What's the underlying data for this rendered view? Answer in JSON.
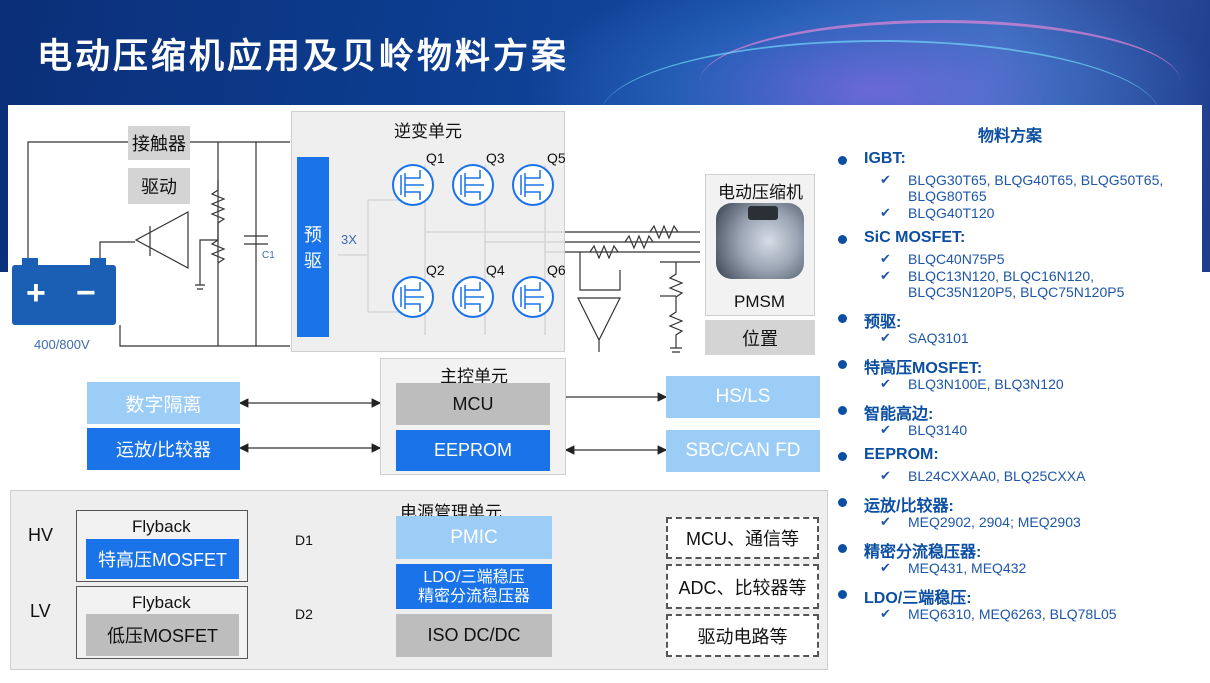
{
  "title": "电动压缩机应用及贝岭物料方案",
  "diagram": {
    "contactor": "接触器",
    "driver": "驱动",
    "battery_voltage": "400/800V",
    "cap_label": "C1",
    "inverter_title": "逆变单元",
    "predriver_1": "预",
    "predriver_2": "驱",
    "predriver_3x": "3X",
    "q1": "Q1",
    "q2": "Q2",
    "q3": "Q3",
    "q4": "Q4",
    "q5": "Q5",
    "q6": "Q6",
    "compressor_title": "电动压缩机",
    "pmsm": "PMSM",
    "position": "位置",
    "main_control_title": "主控单元",
    "mcu": "MCU",
    "eeprom": "EEPROM",
    "digital_isolation": "数字隔离",
    "opamp_comparator": "运放/比较器",
    "hs_ls": "HS/LS",
    "sbc_can": "SBC/CAN FD",
    "power_title": "电源管理单元",
    "hv": "HV",
    "lv": "LV",
    "flyback_1": "Flyback",
    "flyback_2": "Flyback",
    "hv_mosfet": "特高压MOSFET",
    "lv_mosfet": "低压MOSFET",
    "d1": "D1",
    "d2": "D2",
    "pmic": "PMIC",
    "ldo_line1": "LDO/三端稳压",
    "ldo_line2": "精密分流稳压器",
    "iso_dcdc": "ISO DC/DC",
    "out_mcu": "MCU、通信等",
    "out_adc": "ADC、比较器等",
    "out_driver": "驱动电路等"
  },
  "materials": {
    "title": "物料方案",
    "categories": [
      {
        "name": "IGBT:",
        "items": [
          "BLQG30T65, BLQG40T65, BLQG50T65, BLQG80T65",
          "BLQG40T120"
        ]
      },
      {
        "name": "SiC MOSFET:",
        "items": [
          "BLQC40N75P5",
          "BLQC13N120, BLQC16N120, BLQC35N120P5, BLQC75N120P5"
        ]
      },
      {
        "name": "预驱:",
        "items": [
          "SAQ3101"
        ]
      },
      {
        "name": "特高压MOSFET:",
        "items": [
          "BLQ3N100E, BLQ3N120"
        ]
      },
      {
        "name": "智能高边:",
        "items": [
          "BLQ3140"
        ]
      },
      {
        "name": "EEPROM:",
        "items": [
          "BL24CXXAA0, BLQ25CXXA"
        ]
      },
      {
        "name": "运放/比较器:",
        "items": [
          "MEQ2902, 2904;      MEQ2903"
        ]
      },
      {
        "name": "精密分流稳压器:",
        "items": [
          "MEQ431, MEQ432"
        ]
      },
      {
        "name": "LDO/三端稳压:",
        "items": [
          "MEQ6310, MEQ6263,     BLQ78L05"
        ]
      }
    ]
  }
}
